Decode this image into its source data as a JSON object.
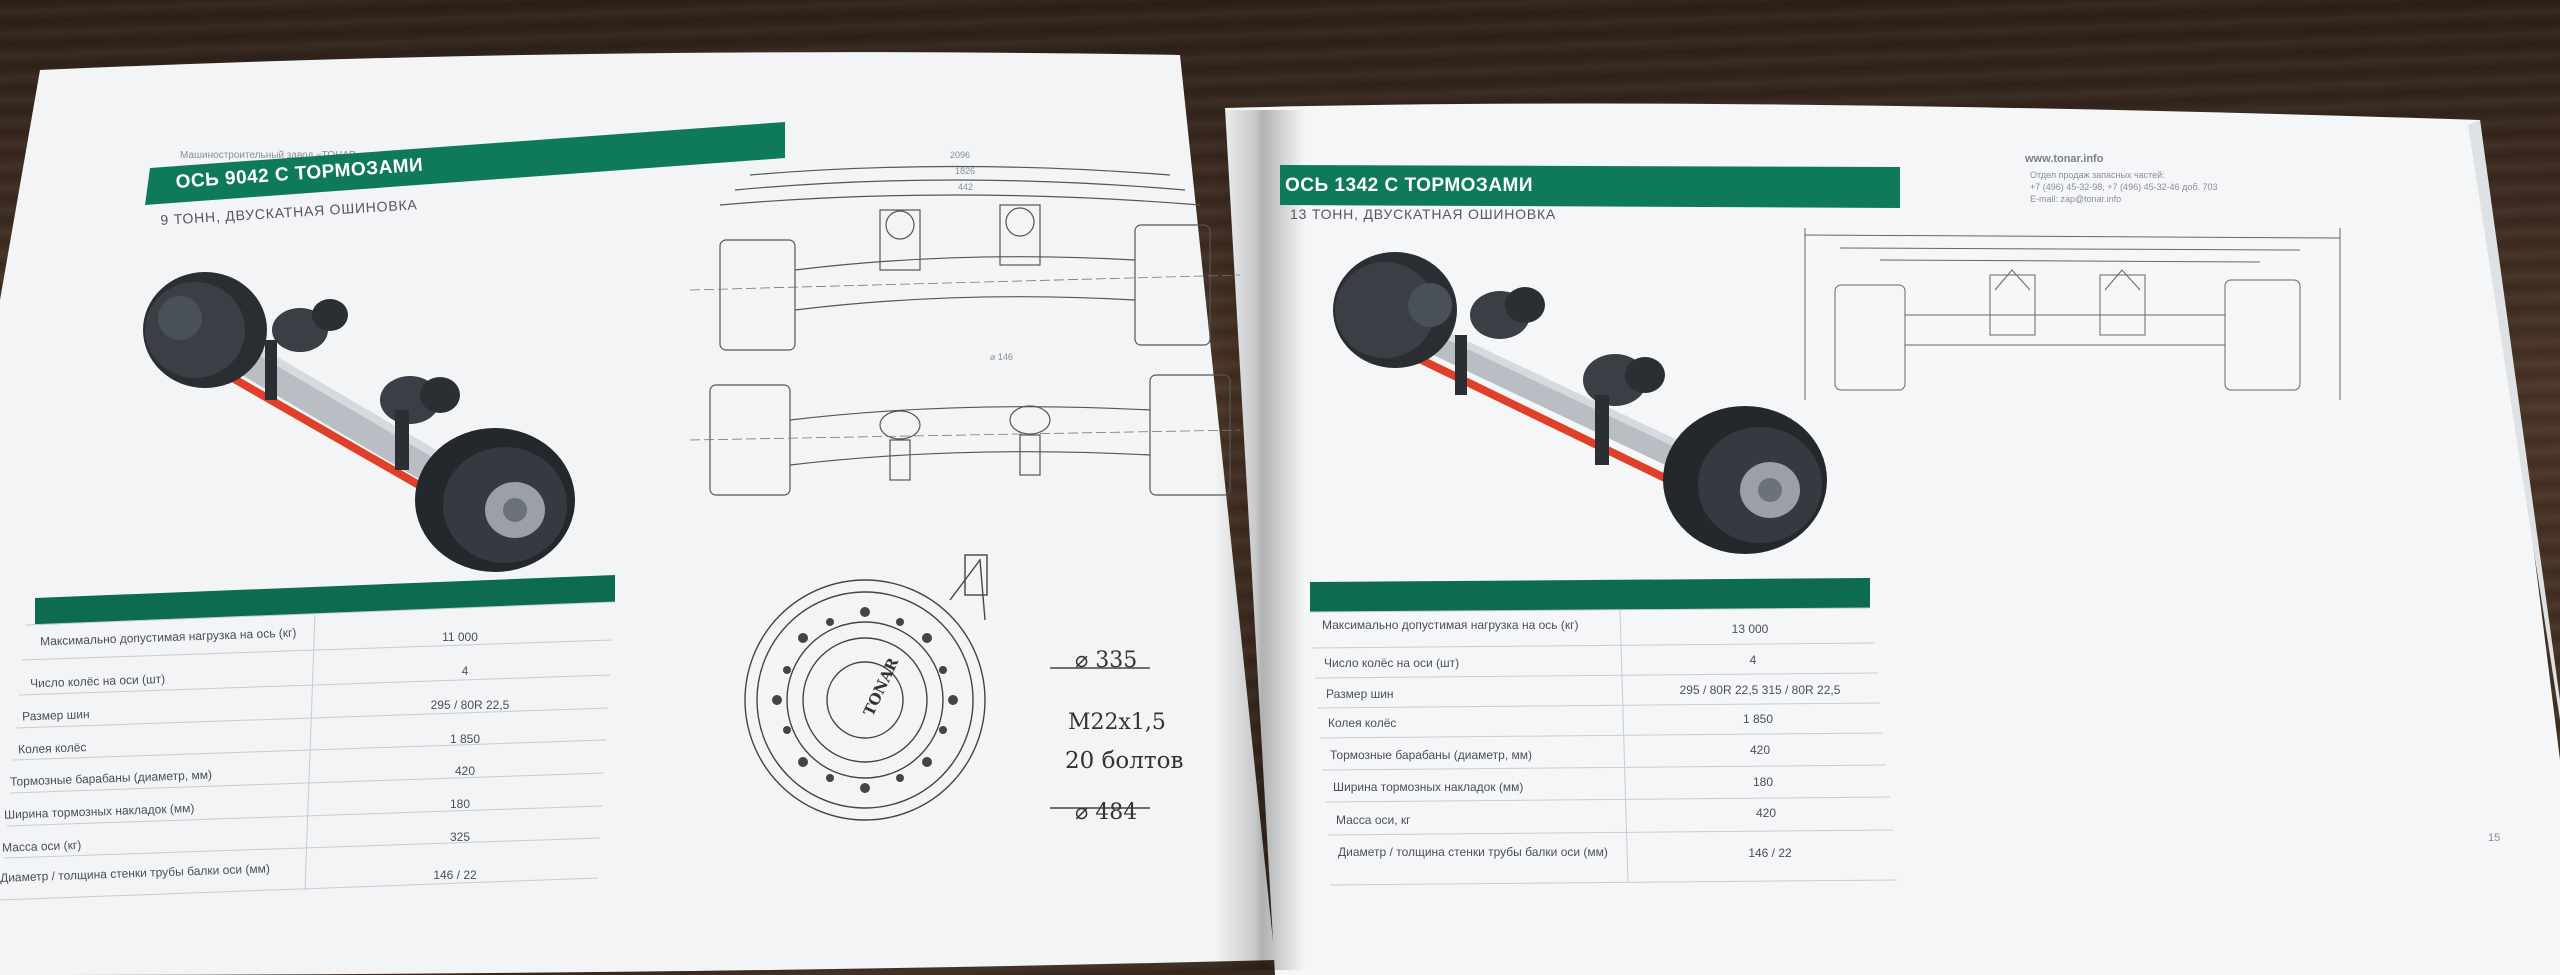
{
  "colors": {
    "banner_green": "#0f7a5a",
    "table_header_green": "#0d6b4f",
    "axle_red": "#e0402a",
    "paper": "#f4f5f6"
  },
  "left_page": {
    "header_small": "Машиностроительный завод «ТОНАР»",
    "title": "ОСЬ 9042 С ТОРМОЗАМИ",
    "subtitle": "9 ТОНН, ДВУСКАТНАЯ ОШИНОВКА",
    "drawing_dims": [
      "2096",
      "1826",
      "442"
    ],
    "drawing_dia": "⌀ 146",
    "table": [
      {
        "label": "Максимально допустимая нагрузка на ось (кг)",
        "value": "11 000"
      },
      {
        "label": "Число колёс на оси (шт)",
        "value": "4"
      },
      {
        "label": "Размер шин",
        "value": "295 / 80R 22,5"
      },
      {
        "label": "Колея колёс",
        "value": "1 850"
      },
      {
        "label": "Тормозные барабаны (диаметр, мм)",
        "value": "420"
      },
      {
        "label": "Ширина тормозных накладок (мм)",
        "value": "180"
      },
      {
        "label": "Масса оси (кг)",
        "value": "325"
      },
      {
        "label": "Диаметр / толщина стенки трубы балки оси (мм)",
        "value": "146 / 22"
      }
    ],
    "hub_notes": {
      "dia1": "⌀ 335",
      "thread": "M22x1,5",
      "bolts": "20 болтов",
      "dia2": "⌀ 484",
      "logo": "TONAR"
    }
  },
  "right_page": {
    "website": "www.tonar.info",
    "contact_lines": [
      "Отдел продаж запасных частей:",
      "+7 (496) 45-32-98, +7 (496) 45-32-46 доб. 703",
      "E-mail: zap@tonar.info"
    ],
    "title": "ОСЬ 1342 С ТОРМОЗАМИ",
    "subtitle": "13 ТОНН, ДВУСКАТНАЯ ОШИНОВКА",
    "table": [
      {
        "label": "Максимально допустимая нагрузка на ось (кг)",
        "value": "13 000"
      },
      {
        "label": "Число колёс на оси (шт)",
        "value": "4"
      },
      {
        "label": "Размер шин",
        "value": "295 / 80R 22,5 315 / 80R 22,5"
      },
      {
        "label": "Колея колёс",
        "value": "1 850"
      },
      {
        "label": "Тормозные барабаны (диаметр, мм)",
        "value": "420"
      },
      {
        "label": "Ширина тормозных накладок (мм)",
        "value": "180"
      },
      {
        "label": "Масса оси, кг",
        "value": "420"
      },
      {
        "label": "Диаметр / толщина стенки трубы балки оси (мм)",
        "value": "146 / 22"
      }
    ],
    "page_number": "15"
  }
}
